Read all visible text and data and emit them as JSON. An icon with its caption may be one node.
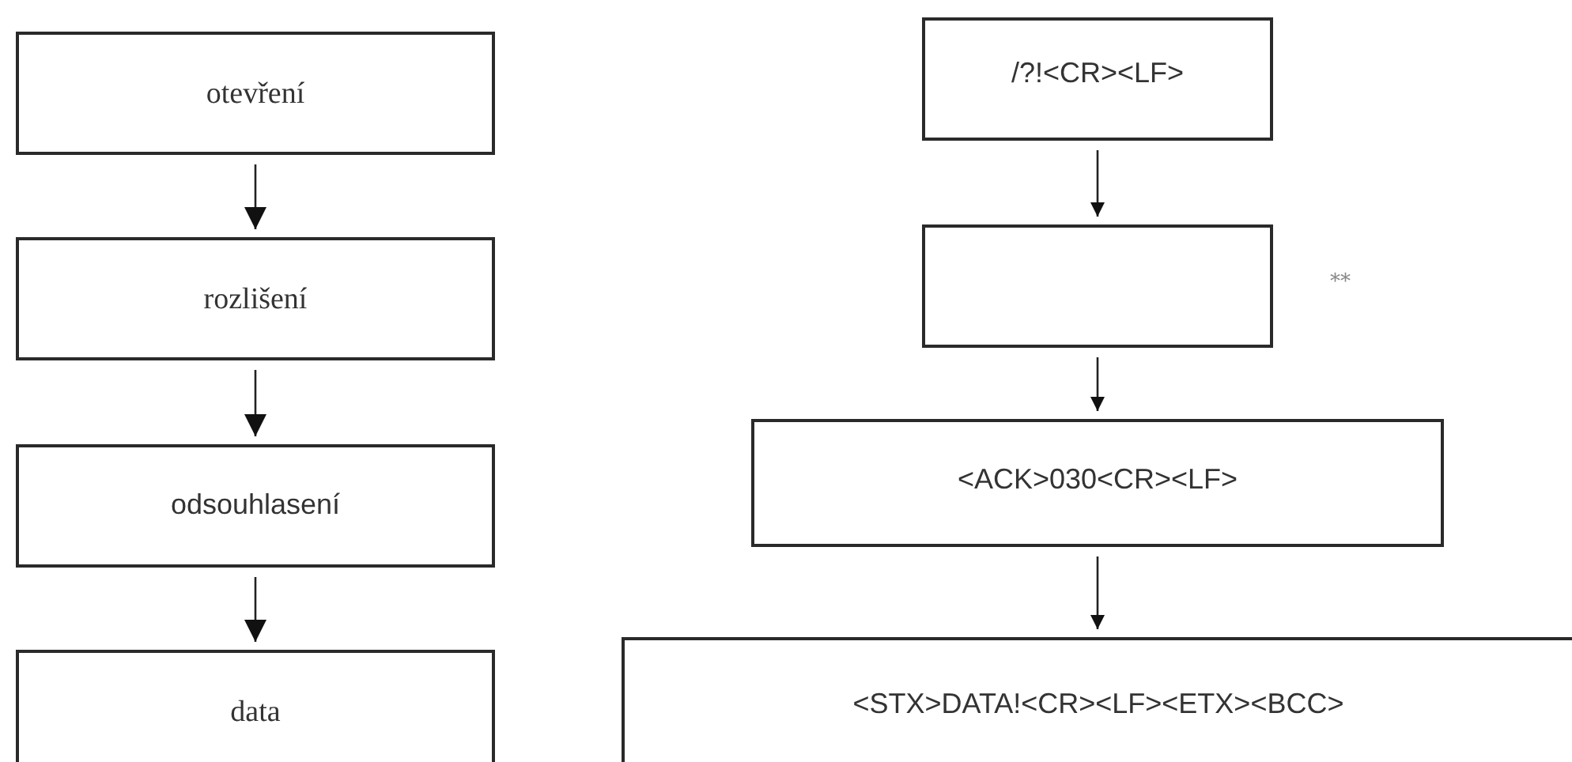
{
  "diagram": {
    "nodes": [
      {
        "text": [
          "otevření"
        ]
      },
      {
        "text": [
          "rozlišení"
        ]
      },
      {
        "text": [
          "odsouhlasení"
        ]
      },
      {
        "text": [
          "data"
        ]
      },
      {
        "text": [
          "/?!<CR><LF>"
        ]
      },
      {
        "text": [],
        "shape": "box",
        "beside": [
          "**"
        ]
      },
      {
        "text": [
          "<ACK>030<CR><LF>"
        ]
      },
      {
        "text": [
          "<STX>DATA!<CR><LF><ETX><BCC>"
        ]
      }
    ],
    "edges": [
      {
        "from": 0,
        "to": 1,
        "arrow": "to"
      },
      {
        "from": 1,
        "to": 2,
        "arrow": "to"
      },
      {
        "from": 2,
        "to": 3,
        "arrow": "to"
      },
      {
        "from": 4,
        "to": 5,
        "arrow": "to"
      },
      {
        "from": 5,
        "to": 6,
        "arrow": "to"
      },
      {
        "from": 6,
        "to": 7,
        "arrow": "to"
      }
    ]
  }
}
